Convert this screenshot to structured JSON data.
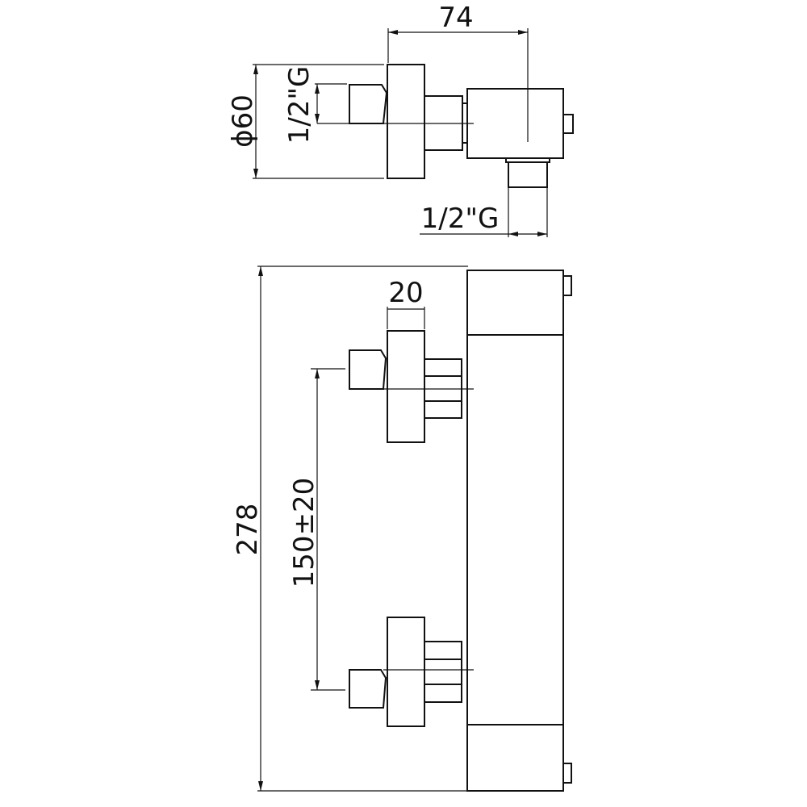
{
  "drawing": {
    "top_view": {
      "depth_dim": "74",
      "diameter_dim": "ϕ60",
      "inlet_thread_dim": "1/2\"G",
      "outlet_thread_dim": "1/2\"G"
    },
    "front_view": {
      "height_dim": "278",
      "flange_width_dim": "20",
      "inlet_spacing_dim": "150±20"
    }
  }
}
